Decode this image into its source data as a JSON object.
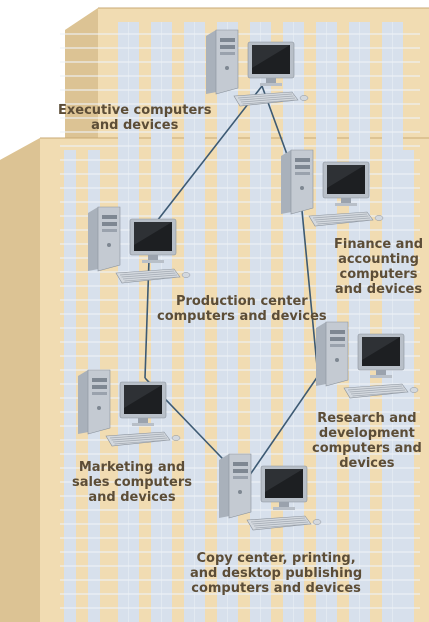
{
  "colors": {
    "building_face": "#f1dcb2",
    "building_shadow": "#dcc394",
    "building_edge": "#c9aa74",
    "window_column": "#d7e0ec",
    "window_line": "#edf1f6",
    "label_text": "#5c4d37",
    "network_line": "#3d5a73",
    "computer_case": "#c4cad2",
    "monitor_screen": "#1d1f22"
  },
  "nodes": [
    {
      "id": "executive",
      "icon": "desktop-computer-icon",
      "lines": [
        "Executive computers",
        "and devices"
      ]
    },
    {
      "id": "finance",
      "icon": "desktop-computer-icon",
      "lines": [
        "Finance and",
        "accounting",
        "computers",
        "and devices"
      ]
    },
    {
      "id": "production",
      "icon": "desktop-computer-icon",
      "lines": [
        "Production center",
        "computers and devices"
      ]
    },
    {
      "id": "research",
      "icon": "desktop-computer-icon",
      "lines": [
        "Research and",
        "development",
        "computers and",
        "devices"
      ]
    },
    {
      "id": "marketing",
      "icon": "desktop-computer-icon",
      "lines": [
        "Marketing and",
        "sales computers",
        "and devices"
      ]
    },
    {
      "id": "copy",
      "icon": "desktop-computer-icon",
      "lines": [
        "Copy center, printing,",
        "and desktop publishing",
        "computers and devices"
      ]
    }
  ],
  "links": [
    [
      "executive",
      "production"
    ],
    [
      "executive",
      "finance"
    ],
    [
      "finance",
      "research"
    ],
    [
      "research",
      "copy"
    ],
    [
      "copy",
      "marketing"
    ],
    [
      "marketing",
      "production"
    ]
  ]
}
